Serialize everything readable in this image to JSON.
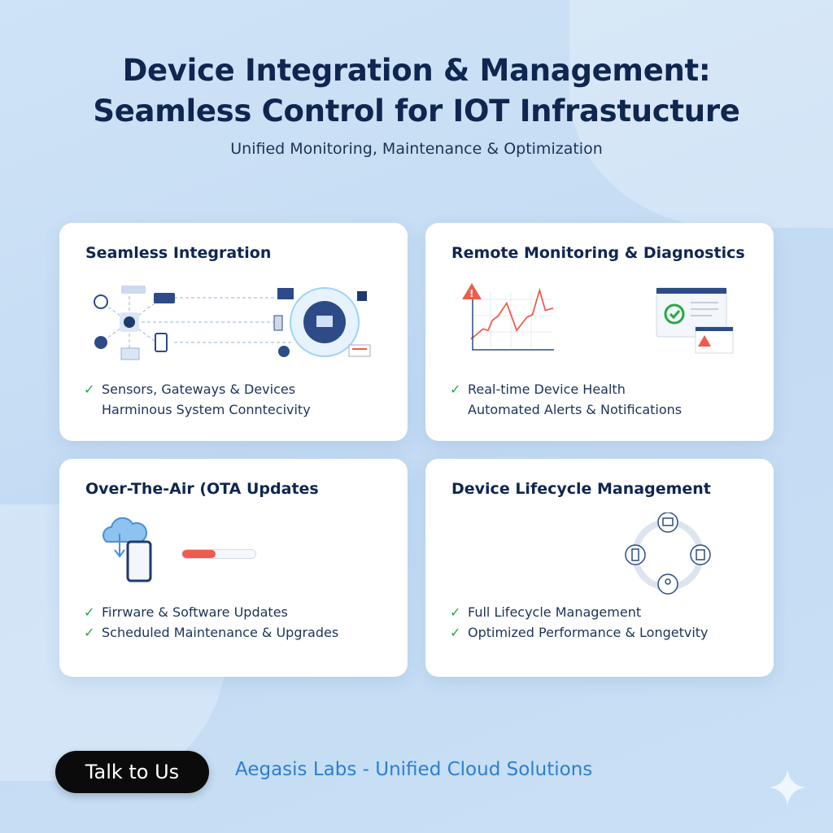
{
  "header": {
    "title_line1": "Device Integration & Management:",
    "title_line2": "Seamless Control for IOT Infrastucture",
    "subtitle": "Unified Monitoring, Maintenance & Optimization"
  },
  "cards": [
    {
      "title": "Seamless Integration",
      "items": [
        "Sensors, Gateways & Devices",
        "Harminous System Conntecivity"
      ]
    },
    {
      "title": "Remote Monitoring & Diagnostics",
      "items": [
        "Real-time Device Health",
        "Automated Alerts & Notifications"
      ]
    },
    {
      "title": "Over-The-Air (OTA Updates",
      "items": [
        "Firrware & Software Updates",
        "Scheduled Maintenance & Upgrades"
      ],
      "progress_percent": 45
    },
    {
      "title": "Device Lifecycle Management",
      "items": [
        "Full Lifecycle Management",
        "Optimized Performance & Longetvity"
      ]
    }
  ],
  "check_mark": "✓",
  "footer": {
    "cta_label": "Talk to Us",
    "brand": "Aegasis Labs - Unified Cloud Solutions"
  },
  "colors": {
    "title": "#0f2650",
    "accent": "#2a7fd4",
    "check": "#27a844",
    "alert": "#ef5b4c"
  }
}
